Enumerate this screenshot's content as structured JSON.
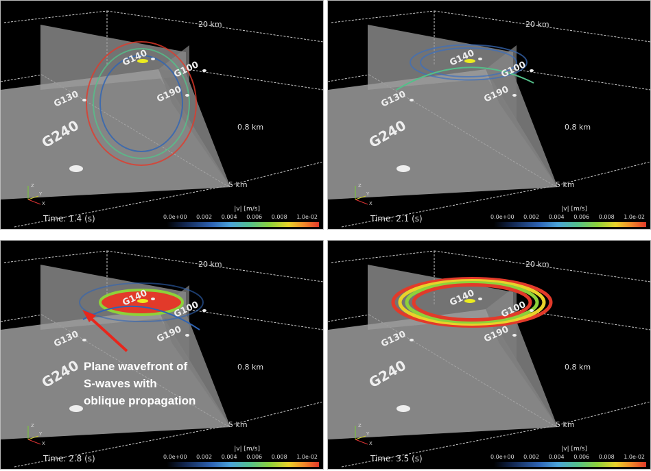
{
  "colorbar": {
    "title": "|v| [m/s]",
    "ticks": [
      "0.0e+00",
      "0.002",
      "0.004",
      "0.006",
      "0.008",
      "1.0e-02"
    ]
  },
  "scale_labels": {
    "horizontal": "20 km",
    "depth": "0.8 km",
    "depth2": "5 km"
  },
  "station_labels": [
    "G140",
    "G100",
    "G130",
    "G190",
    "G240"
  ],
  "axis_labels": {
    "z": "Z",
    "y": "Y",
    "x": "X"
  },
  "panels": [
    {
      "time": "Time: 1.4 (s)",
      "stage": 1
    },
    {
      "time": "Time: 2.1 (s)",
      "stage": 2
    },
    {
      "time": "Time: 2.8 (s)",
      "stage": 3
    },
    {
      "time": "Time: 3.5 (s)",
      "stage": 4
    }
  ],
  "annotation": {
    "lines": [
      "Plane wavefront of",
      "S-waves with",
      "oblique propagation"
    ],
    "color": "#e8261c"
  }
}
